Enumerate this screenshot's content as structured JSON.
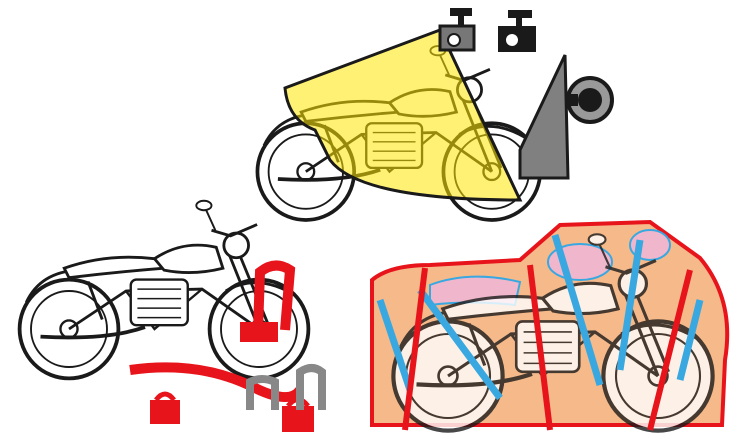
{
  "scenes": [
    {
      "id": "camera-security",
      "accent": "#ffe600",
      "secondary": "#808080"
    },
    {
      "id": "chain-lock",
      "accent": "#e8141c",
      "secondary": "#888888"
    },
    {
      "id": "strapped-cover",
      "accent": "#e8141c",
      "secondary": "#3aa8e0",
      "fill": "#f5b98a",
      "pad": "#f0b7cc"
    }
  ],
  "colors": {
    "outline": "#1a1a1a",
    "bike_outline_faded": "#555555",
    "background": "#ffffff"
  },
  "icons": [
    "security-camera-icon",
    "security-camera-icon",
    "motion-sensor-icon",
    "u-lock-icon",
    "chain-icon",
    "padlock-icon",
    "ground-anchor-icon",
    "bike-cover-icon",
    "tie-down-strap-icon"
  ]
}
